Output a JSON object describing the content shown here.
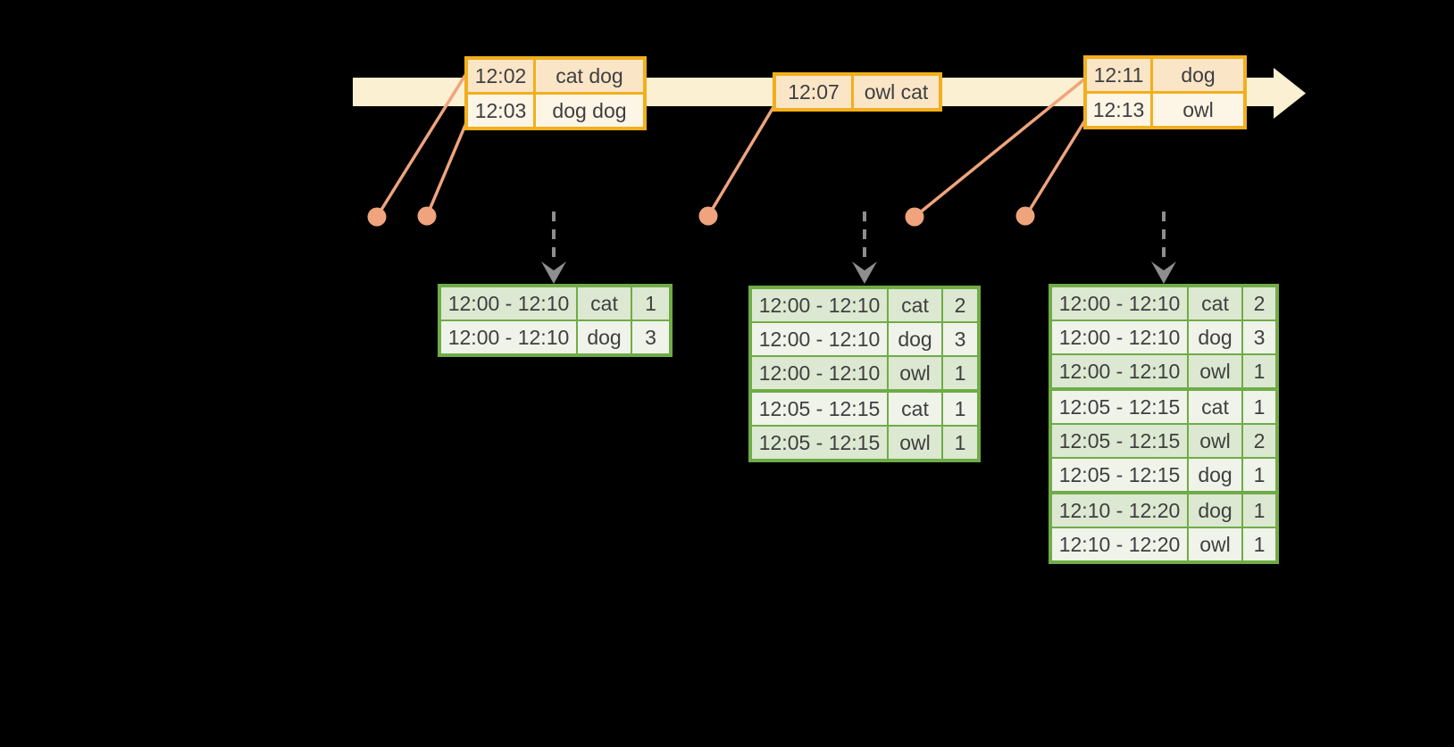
{
  "timeline": {
    "event_tables": [
      {
        "rows": [
          {
            "time": "12:02",
            "words": "cat dog"
          },
          {
            "time": "12:03",
            "words": "dog dog"
          }
        ]
      },
      {
        "rows": [
          {
            "time": "12:07",
            "words": "owl cat"
          }
        ]
      },
      {
        "rows": [
          {
            "time": "12:11",
            "words": "dog"
          },
          {
            "time": "12:13",
            "words": "owl"
          }
        ]
      }
    ]
  },
  "result_tables": [
    {
      "rows": [
        {
          "window": "12:00 - 12:10",
          "word": "cat",
          "count": "1"
        },
        {
          "window": "12:00 - 12:10",
          "word": "dog",
          "count": "3"
        }
      ]
    },
    {
      "rows": [
        {
          "window": "12:00 - 12:10",
          "word": "cat",
          "count": "2"
        },
        {
          "window": "12:00 - 12:10",
          "word": "dog",
          "count": "3"
        },
        {
          "window": "12:00 - 12:10",
          "word": "owl",
          "count": "1"
        },
        {
          "window": "12:05 - 12:15",
          "word": "cat",
          "count": "1"
        },
        {
          "window": "12:05 - 12:15",
          "word": "owl",
          "count": "1"
        }
      ]
    },
    {
      "rows": [
        {
          "window": "12:00 - 12:10",
          "word": "cat",
          "count": "2"
        },
        {
          "window": "12:00 - 12:10",
          "word": "dog",
          "count": "3"
        },
        {
          "window": "12:00 - 12:10",
          "word": "owl",
          "count": "1"
        },
        {
          "window": "12:05 - 12:15",
          "word": "cat",
          "count": "1"
        },
        {
          "window": "12:05 - 12:15",
          "word": "owl",
          "count": "2"
        },
        {
          "window": "12:05 - 12:15",
          "word": "dog",
          "count": "1"
        },
        {
          "window": "12:10 - 12:20",
          "word": "dog",
          "count": "1"
        },
        {
          "window": "12:10 - 12:20",
          "word": "owl",
          "count": "1"
        }
      ]
    }
  ],
  "colors": {
    "background": "#000000",
    "timeline_band": "#FBF0D1",
    "event_table_border": "#F2AF1D",
    "event_row_peach": "#FAE5C7",
    "event_row_cream": "#FDF5E6",
    "connector_salmon": "#EFA47D",
    "result_table_border": "#6FAC47",
    "result_row_green": "#DCE8D1",
    "result_row_light": "#EFF3EA",
    "trigger_arrow_gray": "#8E8E8E",
    "text": "#3F3F3F"
  }
}
